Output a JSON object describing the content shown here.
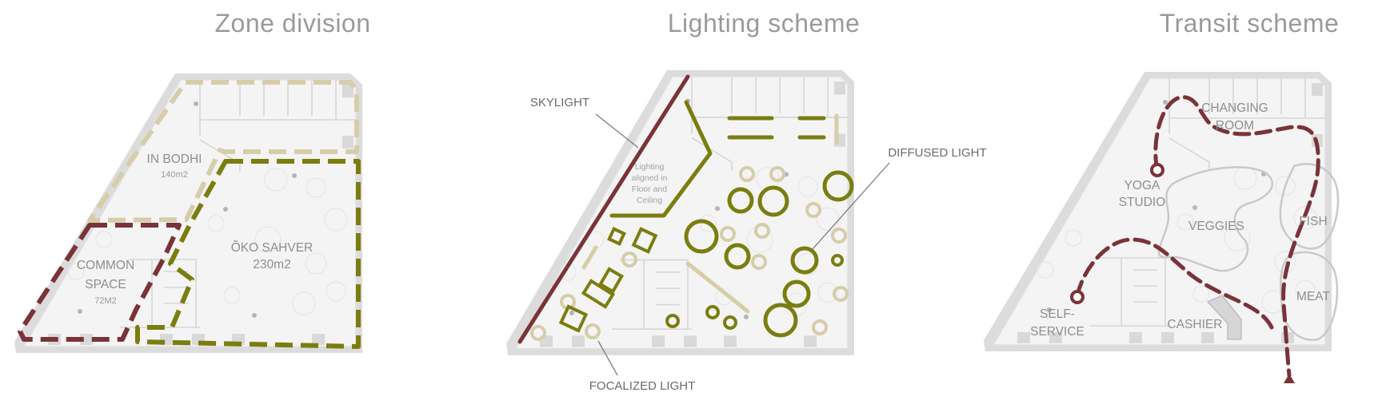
{
  "panels": {
    "zone": {
      "title": "Zone division",
      "labels": {
        "in_bodhi": "IN BODHI",
        "in_bodhi_area": "140m2",
        "oko_sahver": "ÕKO SAHVER",
        "oko_sahver_area": "230m2",
        "common_line1": "COMMON",
        "common_line2": "SPACE",
        "common_area": "72M2"
      }
    },
    "lighting": {
      "title": "Lighting scheme",
      "labels": {
        "skylight": "SKYLIGHT",
        "diffused": "DIFFUSED LIGHT",
        "focalized": "FOCALIZED LIGHT",
        "note_line1": "Lighting",
        "note_line2": "aligned in",
        "note_line3": "Floor and",
        "note_line4": "Ceiling"
      }
    },
    "transit": {
      "title": "Transit scheme",
      "labels": {
        "changing_line1": "CHANGING",
        "changing_line2": "ROOM",
        "yoga_line1": "YOGA",
        "yoga_line2": "STUDIO",
        "veggies": "VEGGIES",
        "fish": "FISH",
        "meat": "MEAT",
        "self_line1": "SELF-",
        "self_line2": "SERVICE",
        "cashier": "CASHIER"
      }
    }
  },
  "colors": {
    "maroon": "#7a3338",
    "olive": "#7b7d0f",
    "beige": "#d6cda9",
    "plan_grey": "#f3f3f3"
  }
}
